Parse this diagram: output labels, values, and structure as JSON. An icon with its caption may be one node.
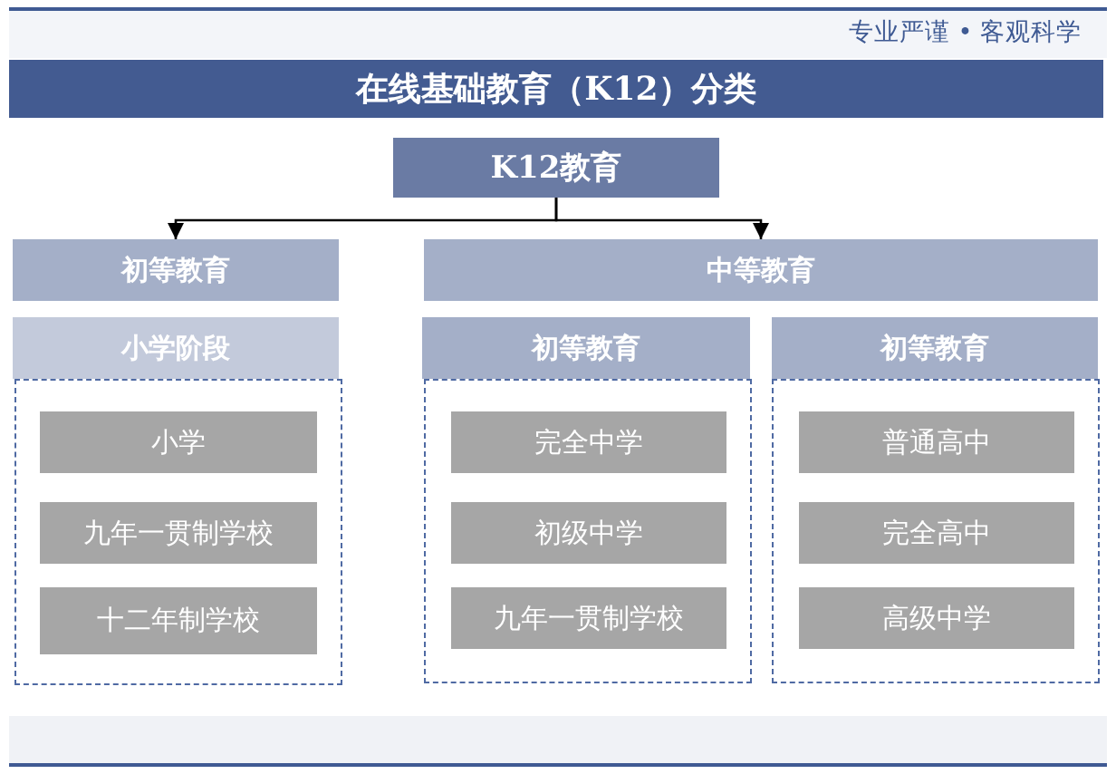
{
  "diagram": {
    "title": "在线基础教育（K12）分类",
    "nodes": [
      {
        "text": [
          "K12教育"
        ]
      },
      {
        "text": [
          "初等教育"
        ]
      },
      {
        "text": [
          "中等教育"
        ]
      },
      {
        "text": [
          "小学阶段"
        ]
      },
      {
        "text": [],
        "shape": "box"
      },
      {
        "text": [
          "小学"
        ],
        "in": 4
      },
      {
        "text": [
          "九年一贯制学校"
        ],
        "in": 4
      },
      {
        "text": [
          "十二年制学校"
        ],
        "in": 4
      },
      {
        "text": [
          "初等教育"
        ]
      },
      {
        "text": [],
        "shape": "box"
      },
      {
        "text": [
          "完全中学"
        ],
        "in": 9
      },
      {
        "text": [
          "初级中学"
        ],
        "in": 9
      },
      {
        "text": [
          "九年一贯制学校"
        ],
        "in": 9
      },
      {
        "text": [
          "初等教育"
        ]
      },
      {
        "text": [],
        "shape": "box"
      },
      {
        "text": [
          "普通高中"
        ],
        "in": 14
      },
      {
        "text": [
          "完全高中"
        ],
        "in": 14
      },
      {
        "text": [
          "高级中学"
        ],
        "in": 14
      }
    ],
    "edges": [
      {
        "from": 0,
        "to": 1,
        "arrow": "to"
      },
      {
        "from": 0,
        "to": 2,
        "arrow": "to"
      }
    ],
    "labels": [
      "专业严谨 • 客观科学"
    ]
  }
}
